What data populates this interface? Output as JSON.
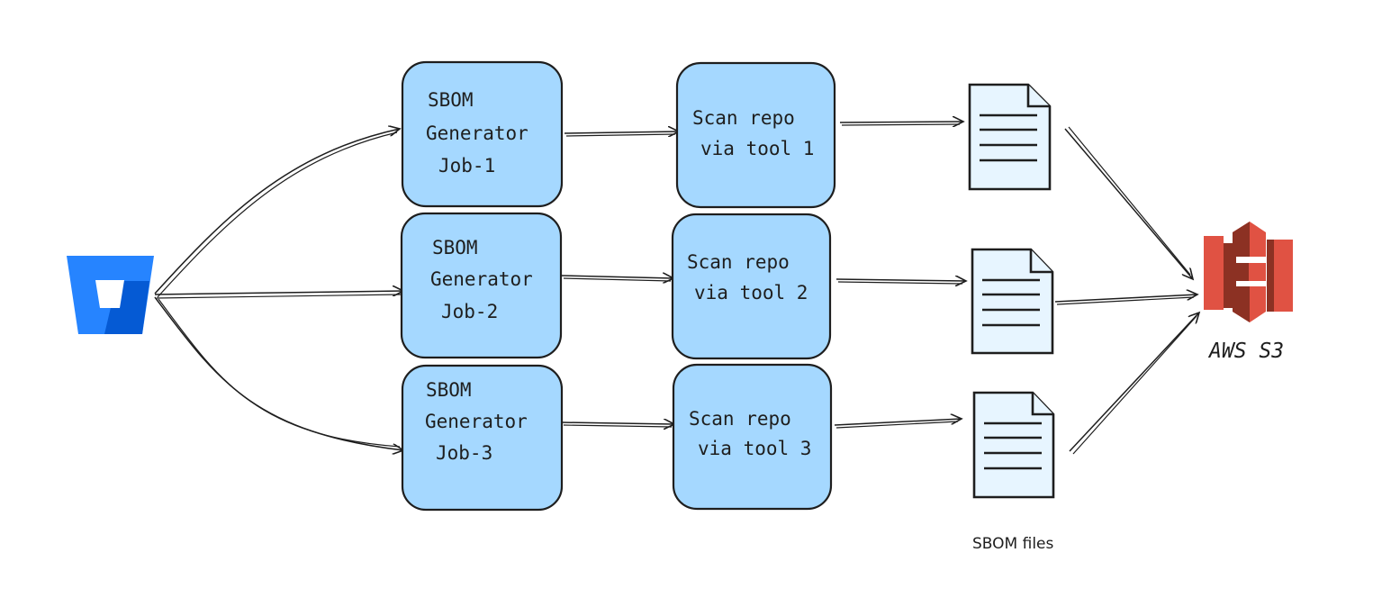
{
  "source": {
    "icon": "bitbucket-icon",
    "color": "#2684ff"
  },
  "jobs": [
    {
      "line1": "SBOM",
      "line2": "Generator",
      "line3": "Job-1"
    },
    {
      "line1": "SBOM",
      "line2": "Generator",
      "line3": "Job-2"
    },
    {
      "line1": "SBOM",
      "line2": "Generator",
      "line3": "Job-3"
    }
  ],
  "scans": [
    {
      "line1": "Scan repo",
      "line2": "via tool 1"
    },
    {
      "line1": "Scan repo",
      "line2": "via tool 2"
    },
    {
      "line1": "Scan repo",
      "line2": "via tool 3"
    }
  ],
  "files": {
    "icon": "document-icon",
    "caption": "SBOM files"
  },
  "destination": {
    "icon": "aws-s3-icon",
    "label": "AWS S3",
    "color": "#e05243"
  },
  "colors": {
    "box_fill": "#a5d8ff",
    "doc_fill": "#e7f5ff",
    "stroke": "#1e1e1e"
  }
}
